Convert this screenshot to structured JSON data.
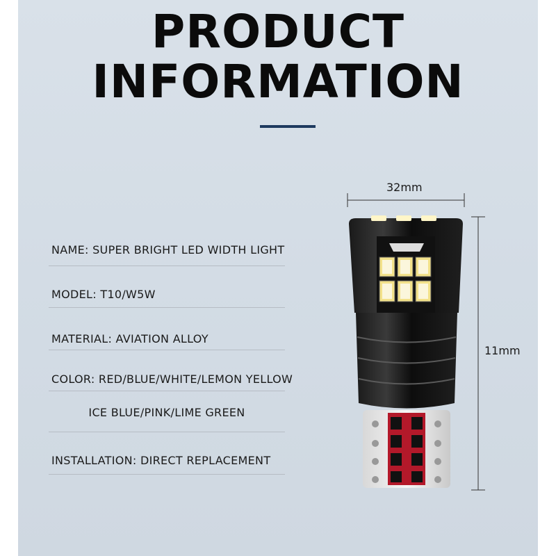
{
  "title": {
    "line1": "PRODUCT",
    "line2": "INFORMATION"
  },
  "specs": [
    {
      "text": "NAME: SUPER BRIGHT LED WIDTH LIGHT"
    },
    {
      "text": "MODEL: T10/W5W"
    },
    {
      "text": "MATERIAL: AVIATION ALLOY"
    },
    {
      "text": "COLOR: RED/BLUE/WHITE/LEMON YELLOW"
    },
    {
      "text": "ICE BLUE/PINK/LIME GREEN"
    },
    {
      "text": "INSTALLATION: DIRECT REPLACEMENT"
    }
  ],
  "dimensions": {
    "width": "32mm",
    "height": "11mm"
  },
  "colors": {
    "background": "#d5dde6",
    "accent_line": "#1e3a5f",
    "text": "#0b0b0b"
  }
}
